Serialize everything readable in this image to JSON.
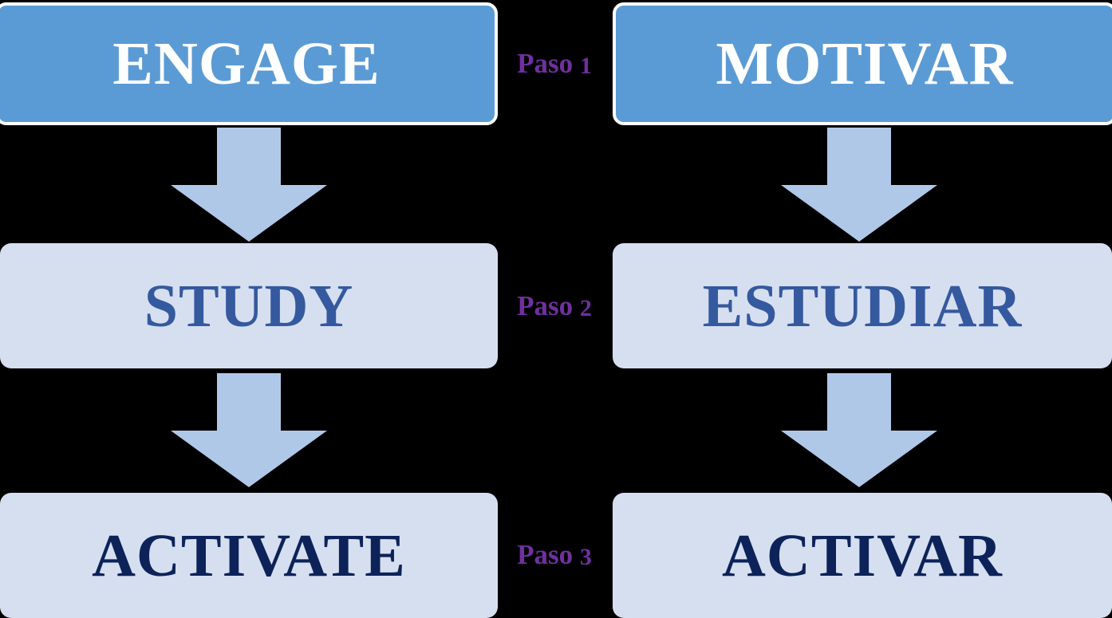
{
  "background_color": "#000000",
  "palette": {
    "accent_box_fill": "#5B9BD5",
    "accent_box_border": "#FFFFFF",
    "accent_box_text": "#FFFFFF",
    "soft_box_fill": "#D6DFF0",
    "mid_blue_text": "#35599E",
    "deep_navy_text": "#0C2259",
    "arrow_fill": "#B0C8E8",
    "step_label_text": "#7030A0"
  },
  "columns": [
    {
      "id": "english",
      "boxes": [
        {
          "label": "ENGAGE",
          "style": "accent"
        },
        {
          "label": "STUDY",
          "style": "soft-mid"
        },
        {
          "label": "ACTIVATE",
          "style": "soft-deep"
        }
      ]
    },
    {
      "id": "spanish",
      "boxes": [
        {
          "label": "MOTIVAR",
          "style": "accent"
        },
        {
          "label": "ESTUDIAR",
          "style": "soft-mid"
        },
        {
          "label": "ACTIVAR",
          "style": "soft-deep"
        }
      ]
    }
  ],
  "steps": [
    {
      "text": "Paso",
      "number": "1"
    },
    {
      "text": "Paso",
      "number": "2"
    },
    {
      "text": "Paso",
      "number": "3"
    }
  ],
  "arrows": [
    {
      "from": "ENGAGE",
      "to": "STUDY",
      "direction": "down"
    },
    {
      "from": "STUDY",
      "to": "ACTIVATE",
      "direction": "down"
    },
    {
      "from": "MOTIVAR",
      "to": "ESTUDIAR",
      "direction": "down"
    },
    {
      "from": "ESTUDIAR",
      "to": "ACTIVAR",
      "direction": "down"
    }
  ]
}
